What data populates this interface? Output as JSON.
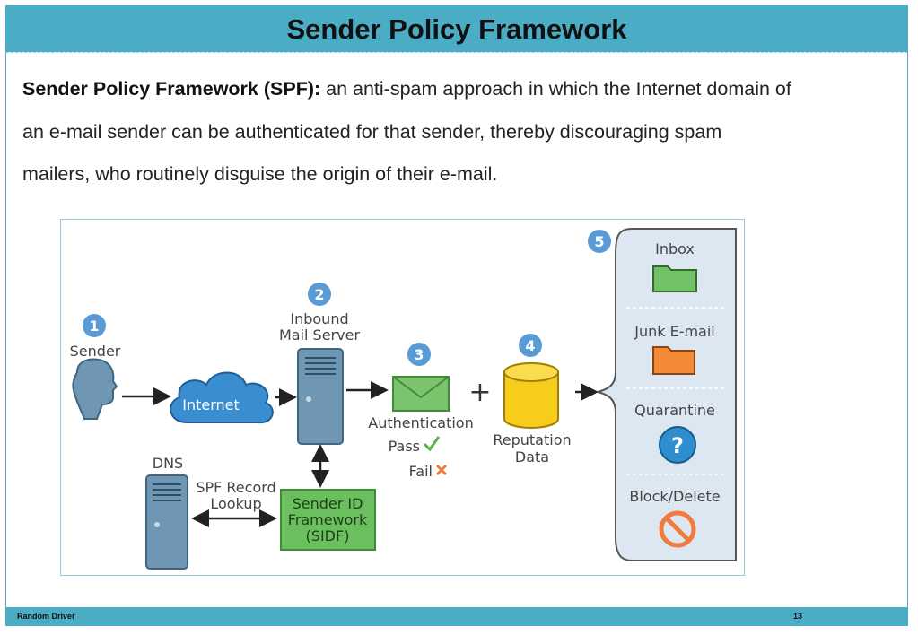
{
  "slide": {
    "title": "Sender Policy Framework",
    "definition_term": "Sender Policy Framework (SPF):",
    "definition_text": " an anti-spam approach in which the Internet domain of an e-mail sender can be authenticated for that sender, thereby discouraging spam mailers, who routinely disguise the origin of their e-mail.",
    "footer_left": "Random Driver",
    "page_number": "13"
  },
  "diagram": {
    "steps": [
      "1",
      "2",
      "3",
      "4",
      "5"
    ],
    "sender_label": "Sender",
    "internet_label": "Internet",
    "inbound_label_line1": "Inbound",
    "inbound_label_line2": "Mail Server",
    "auth_label": "Authentication",
    "pass_label": "Pass",
    "fail_label": "Fail",
    "plus": "+",
    "reputation_line1": "Reputation",
    "reputation_line2": "Data",
    "dns_label": "DNS",
    "spf_lookup_line1": "SPF Record",
    "spf_lookup_line2": "Lookup",
    "sidf_line1": "Sender ID",
    "sidf_line2": "Framework",
    "sidf_line3": "(SIDF)",
    "outcomes": {
      "inbox": "Inbox",
      "junk": "Junk E-mail",
      "quarantine": "Quarantine",
      "block": "Block/Delete"
    },
    "colors": {
      "step_badge": "#5b9bd5",
      "server": "#6f97b4",
      "cloud": "#3a8ed0",
      "envelope": "#7cc36e",
      "database": "#f7cc1b",
      "sidf_box": "#6cbf5e",
      "inbox_folder": "#72c067",
      "junk_folder": "#f28a38",
      "quarantine_icon": "#2f8ed0",
      "block_icon": "#f07b3a",
      "outcomes_panel": "#dde7f2"
    }
  }
}
